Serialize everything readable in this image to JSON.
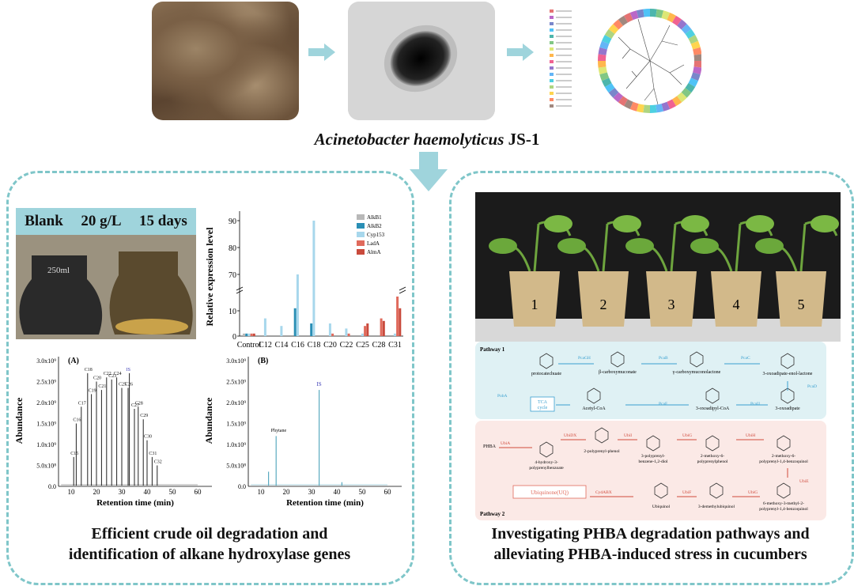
{
  "species": "Acinetobacter haemolyticus JS-1",
  "species_genus": "Acinetobacter haemolyticus",
  "species_strain": "JS-1",
  "flask": {
    "labels": [
      "Blank",
      "20 g/L",
      "15 days"
    ],
    "flask_mark": "250ml"
  },
  "expression_chart": {
    "ylabel": "Relative expression level",
    "categories": [
      "Control",
      "C12",
      "C14",
      "C16",
      "C18",
      "C20",
      "C22",
      "C25",
      "C28",
      "C31"
    ],
    "legend": [
      "AlkB1",
      "AlkB2",
      "Cyp153",
      "LadA",
      "AlmA"
    ],
    "colors": [
      "#b8b8b8",
      "#2a8fb5",
      "#a7d7ec",
      "#e06a5c",
      "#c94a3c"
    ],
    "upper_ticks": [
      "70",
      "80",
      "90"
    ],
    "lower_ticks": [
      "0",
      "10"
    ]
  },
  "gc_a": {
    "panel": "(A)",
    "ylabel": "Abundance",
    "xlabel": "Retention time (min)",
    "yticks": [
      "0.0",
      "5.0x10⁸",
      "1.0x10⁹",
      "1.5x10⁹",
      "2.0x10⁹",
      "2.5x10⁹",
      "3.0x10⁹"
    ],
    "xticks": [
      "10",
      "20",
      "30",
      "40",
      "50",
      "60"
    ],
    "peaks": [
      "C15",
      "C16",
      "C17",
      "C18",
      "C19",
      "C20",
      "C21",
      "C22",
      "C23",
      "C24",
      "C25",
      "C26",
      "IS",
      "C27",
      "C28",
      "C29",
      "C30",
      "C31",
      "C32"
    ]
  },
  "gc_b": {
    "panel": "(B)",
    "ylabel": "Abundance",
    "xlabel": "Retention time (min)",
    "yticks": [
      "0.0",
      "5.0x10⁸",
      "1.0x10⁹",
      "1.5x10⁹",
      "2.0x10⁹",
      "2.5x10⁹",
      "3.0x10⁹"
    ],
    "xticks": [
      "10",
      "20",
      "30",
      "40",
      "50",
      "60"
    ],
    "peaks": [
      "Phytane",
      "IS"
    ]
  },
  "left_caption": [
    "Efficient crude oil degradation and",
    "identification of alkane hydroxylase genes"
  ],
  "right_caption": [
    "Investigating PHBA degradation pathways and",
    "alleviating PHBA-induced stress in cucumbers"
  ],
  "cups": [
    "1",
    "2",
    "3",
    "4",
    "5"
  ],
  "pathway1": {
    "label": "Pathway 1",
    "compounds": [
      "protocatechuate",
      "β-carboxymuconate",
      "γ-carboxymuconolactone",
      "3-oxoadipate-enol-lactone",
      "3-oxoadipate",
      "3-oxoadipyl-CoA",
      "Acetyl-CoA"
    ],
    "enzymes": [
      "PobA",
      "PcaGH",
      "PcaB",
      "PcaC",
      "PcaD",
      "PcaIJ",
      "PcaF"
    ],
    "tca": "TCA cycle"
  },
  "pathway2": {
    "label": "Pathway 2",
    "start": "PHBA",
    "compounds": [
      "4-hydroxy-3-polyprenylbenzoate",
      "2-polyprenyl-phenol",
      "3-polyprenyl-benzene-1,2-diol",
      "2-methoxy-6-polyprenylphenol",
      "2-methoxy-6-polyprenyl-1,4-benzoquinol",
      "6-methoxy-3-methyl-2-polyprenyl-1,4-benzoquinol",
      "3-demethylubiquinol",
      "Ubiquinol",
      "Ubiquinone(UQ)"
    ],
    "enzymes": [
      "UbiA",
      "UbiDX",
      "UbiI",
      "UbiG",
      "UbiH",
      "UbiE",
      "UbiG",
      "UbiF",
      "CydABX"
    ]
  },
  "tree_legend_count": 16
}
